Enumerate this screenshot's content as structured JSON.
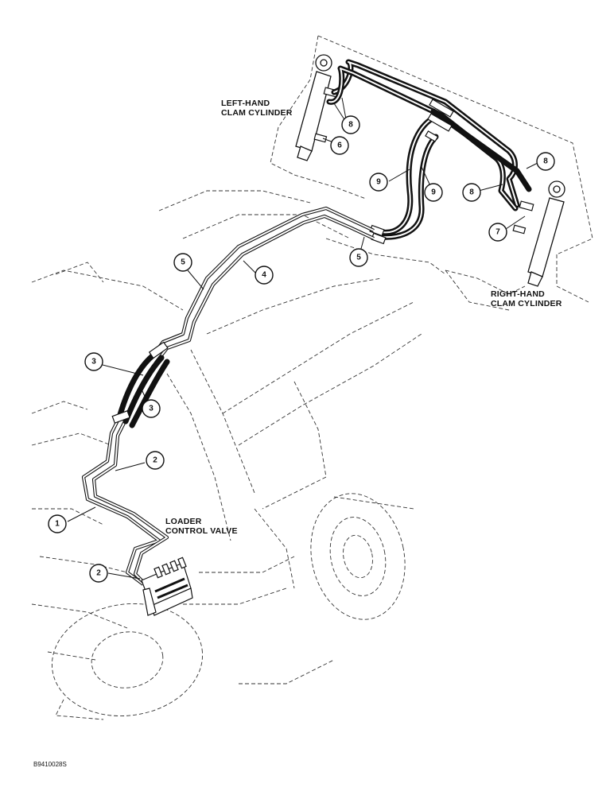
{
  "labels": {
    "left_cylinder": "LEFT-HAND\nCLAM CYLINDER",
    "right_cylinder": "RIGHT-HAND\nCLAM CYLINDER",
    "control_valve": "LOADER\nCONTROL VALVE",
    "figure_code": "B9410028S"
  },
  "callouts": [
    {
      "id": "c1",
      "number": "1"
    },
    {
      "id": "c2a",
      "number": "2"
    },
    {
      "id": "c2b",
      "number": "2"
    },
    {
      "id": "c3a",
      "number": "3"
    },
    {
      "id": "c3b",
      "number": "3"
    },
    {
      "id": "c4",
      "number": "4"
    },
    {
      "id": "c5a",
      "number": "5"
    },
    {
      "id": "c5b",
      "number": "5"
    },
    {
      "id": "c6",
      "number": "6"
    },
    {
      "id": "c7",
      "number": "7"
    },
    {
      "id": "c8a",
      "number": "8"
    },
    {
      "id": "c8b",
      "number": "8"
    },
    {
      "id": "c8c",
      "number": "8"
    },
    {
      "id": "c9a",
      "number": "9"
    },
    {
      "id": "c9b",
      "number": "9"
    }
  ]
}
